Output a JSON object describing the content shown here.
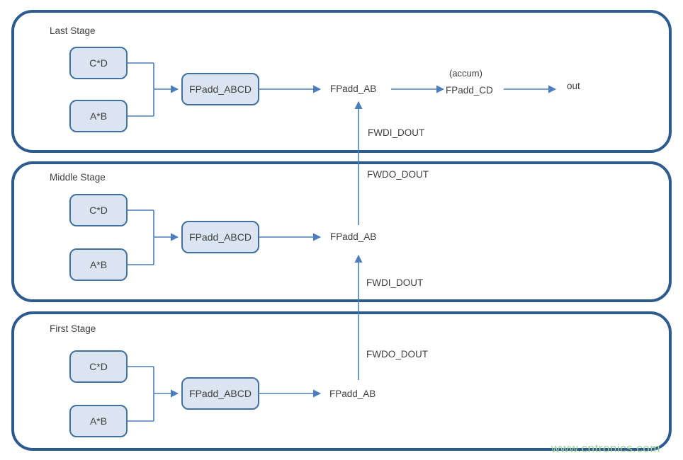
{
  "diagram": {
    "stages": [
      {
        "title": "Last Stage",
        "mult_top": "C*D",
        "mult_bottom": "A*B",
        "adder4": "FPadd_ABCD",
        "adder2": "FPadd_AB"
      },
      {
        "title": "Middle Stage",
        "mult_top": "C*D",
        "mult_bottom": "A*B",
        "adder4": "FPadd_ABCD",
        "adder2": "FPadd_AB"
      },
      {
        "title": "First Stage",
        "mult_top": "C*D",
        "mult_bottom": "A*B",
        "adder4": "FPadd_ABCD",
        "adder2": "FPadd_AB"
      }
    ],
    "accumulator": {
      "note": "(accum)",
      "label": "FPadd_CD"
    },
    "output_label": "out",
    "signals": {
      "fwdi": "FWDI_DOUT",
      "fwdo": "FWDO_DOUT"
    },
    "watermark": "www.cntronics.com",
    "colors": {
      "panel_border": "#2e5b8e",
      "box_fill": "#dbe5f1",
      "box_border": "#41719c",
      "arrow": "#4a7ebd",
      "text": "#3f3f3f",
      "watermark": "#9fd39b"
    }
  }
}
